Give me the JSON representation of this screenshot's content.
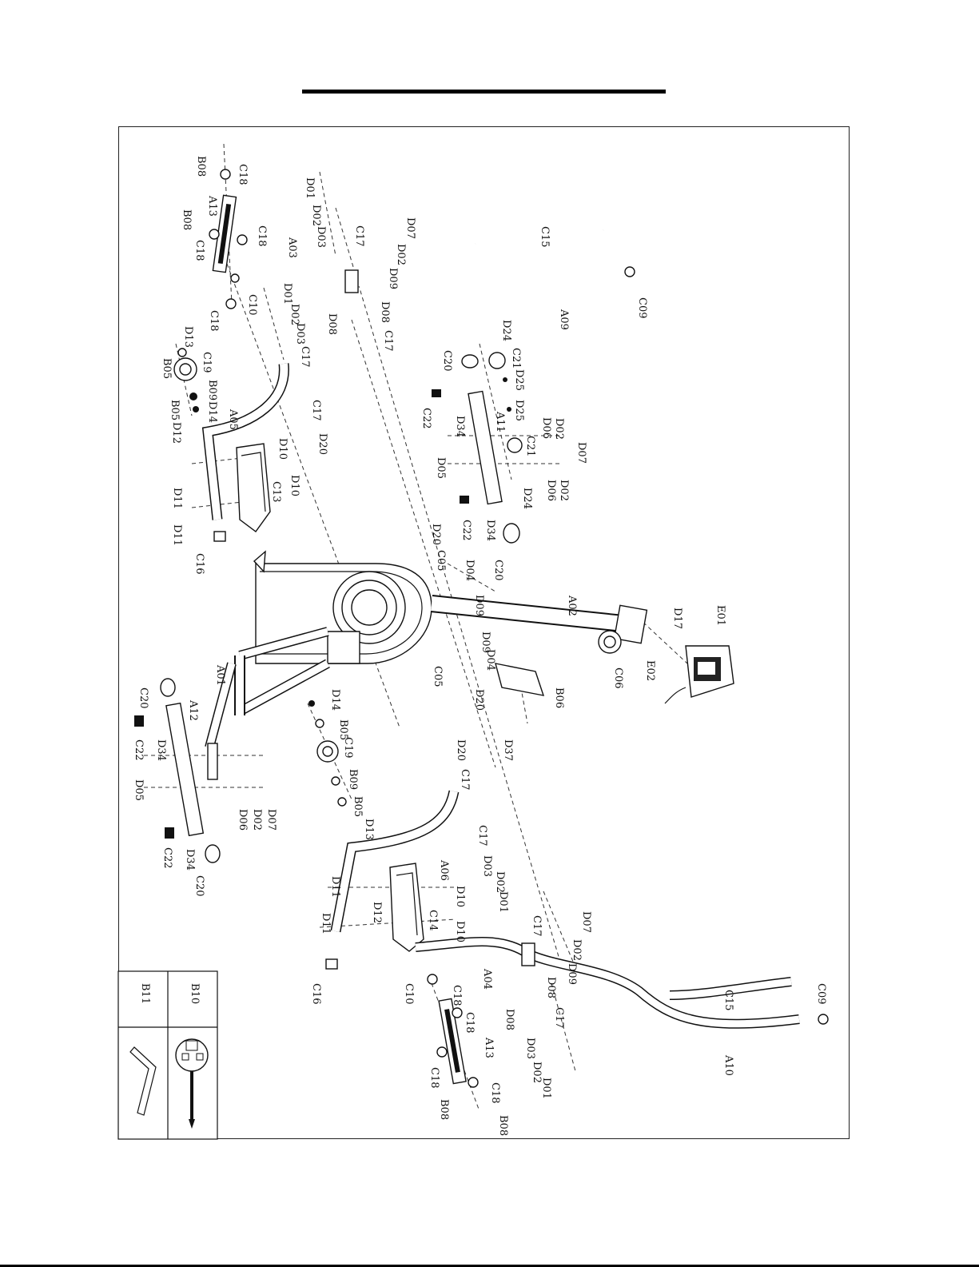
{
  "labels": [
    {
      "id": "B08",
      "text": "B08"
    },
    {
      "id": "C18",
      "text": "C18"
    },
    {
      "id": "A13",
      "text": "A13"
    },
    {
      "id": "B08b",
      "text": "B08"
    },
    {
      "id": "C18b",
      "text": "C18"
    },
    {
      "id": "C18c",
      "text": "C18"
    },
    {
      "id": "D01",
      "text": "D01"
    },
    {
      "id": "D02",
      "text": "D02"
    },
    {
      "id": "D03",
      "text": "D03"
    },
    {
      "id": "A03",
      "text": "A03"
    },
    {
      "id": "C17",
      "text": "C17"
    },
    {
      "id": "D07",
      "text": "D07"
    },
    {
      "id": "D02b",
      "text": "D02"
    },
    {
      "id": "D09",
      "text": "D09"
    },
    {
      "id": "C10",
      "text": "C10"
    },
    {
      "id": "D01b",
      "text": "D01"
    },
    {
      "id": "D02c",
      "text": "D02"
    },
    {
      "id": "D03b",
      "text": "D03"
    },
    {
      "id": "D08",
      "text": "D08"
    },
    {
      "id": "D08b",
      "text": "D08"
    },
    {
      "id": "C17b",
      "text": "C17"
    },
    {
      "id": "C18d",
      "text": "C18"
    },
    {
      "id": "C15",
      "text": "C15"
    },
    {
      "id": "A09",
      "text": "A09"
    },
    {
      "id": "C09",
      "text": "C09"
    },
    {
      "id": "D13",
      "text": "D13"
    },
    {
      "id": "B05",
      "text": "B05"
    },
    {
      "id": "C19",
      "text": "C19"
    },
    {
      "id": "C17c",
      "text": "C17"
    },
    {
      "id": "B09",
      "text": "B09"
    },
    {
      "id": "B05b",
      "text": "B05"
    },
    {
      "id": "D14",
      "text": "D14"
    },
    {
      "id": "D12",
      "text": "D12"
    },
    {
      "id": "A05",
      "text": "A05"
    },
    {
      "id": "C17d",
      "text": "C17"
    },
    {
      "id": "D20",
      "text": "D20"
    },
    {
      "id": "D10",
      "text": "D10"
    },
    {
      "id": "C13",
      "text": "C13"
    },
    {
      "id": "D10b",
      "text": "D10"
    },
    {
      "id": "D11",
      "text": "D11"
    },
    {
      "id": "D11b",
      "text": "D11"
    },
    {
      "id": "C16",
      "text": "C16"
    },
    {
      "id": "C20",
      "text": "C20"
    },
    {
      "id": "D24",
      "text": "D24"
    },
    {
      "id": "C21",
      "text": "C21"
    },
    {
      "id": "D25",
      "text": "D25"
    },
    {
      "id": "C22",
      "text": "C22"
    },
    {
      "id": "D34",
      "text": "D34"
    },
    {
      "id": "A11",
      "text": "A11"
    },
    {
      "id": "D25b",
      "text": "D25"
    },
    {
      "id": "D06",
      "text": "D06"
    },
    {
      "id": "D02d",
      "text": "D02"
    },
    {
      "id": "C21b",
      "text": "C21"
    },
    {
      "id": "D07b",
      "text": "D07"
    },
    {
      "id": "D05",
      "text": "D05"
    },
    {
      "id": "D24b",
      "text": "D24"
    },
    {
      "id": "D06b",
      "text": "D06"
    },
    {
      "id": "D02e",
      "text": "D02"
    },
    {
      "id": "C22b",
      "text": "C22"
    },
    {
      "id": "D34b",
      "text": "D34"
    },
    {
      "id": "C20b",
      "text": "C20"
    },
    {
      "id": "D20b",
      "text": "D20"
    },
    {
      "id": "C05",
      "text": "C05"
    },
    {
      "id": "D04",
      "text": "D04"
    },
    {
      "id": "D09b",
      "text": "D09"
    },
    {
      "id": "A02",
      "text": "A02"
    },
    {
      "id": "D09c",
      "text": "D09"
    },
    {
      "id": "D04b",
      "text": "D04"
    },
    {
      "id": "C06",
      "text": "C06"
    },
    {
      "id": "D17",
      "text": "D17"
    },
    {
      "id": "E01",
      "text": "E01"
    },
    {
      "id": "E02",
      "text": "E02"
    },
    {
      "id": "A01",
      "text": "A01"
    },
    {
      "id": "C05b",
      "text": "C05"
    },
    {
      "id": "D20c",
      "text": "D20"
    },
    {
      "id": "B06",
      "text": "B06"
    },
    {
      "id": "D37",
      "text": "D37"
    },
    {
      "id": "C20c",
      "text": "C20"
    },
    {
      "id": "A12",
      "text": "A12"
    },
    {
      "id": "D14b",
      "text": "D14"
    },
    {
      "id": "B05c",
      "text": "B05"
    },
    {
      "id": "C22c",
      "text": "C22"
    },
    {
      "id": "D34c",
      "text": "D34"
    },
    {
      "id": "C19b",
      "text": "C19"
    },
    {
      "id": "D05b",
      "text": "D05"
    },
    {
      "id": "D06c",
      "text": "D06"
    },
    {
      "id": "D02f",
      "text": "D02"
    },
    {
      "id": "D07c",
      "text": "D07"
    },
    {
      "id": "B09b",
      "text": "B09"
    },
    {
      "id": "B05d",
      "text": "B05"
    },
    {
      "id": "D20d",
      "text": "D20"
    },
    {
      "id": "C17e",
      "text": "C17"
    },
    {
      "id": "D13b",
      "text": "D13"
    },
    {
      "id": "C22d",
      "text": "C22"
    },
    {
      "id": "D34d",
      "text": "D34"
    },
    {
      "id": "C20d",
      "text": "C20"
    },
    {
      "id": "A06",
      "text": "A06"
    },
    {
      "id": "C17f",
      "text": "C17"
    },
    {
      "id": "D03c",
      "text": "D03"
    },
    {
      "id": "D02g",
      "text": "D02"
    },
    {
      "id": "D01c",
      "text": "D01"
    },
    {
      "id": "D11c",
      "text": "D11"
    },
    {
      "id": "D10c",
      "text": "D10"
    },
    {
      "id": "D12b",
      "text": "D12"
    },
    {
      "id": "C14",
      "text": "C14"
    },
    {
      "id": "D11d",
      "text": "D11"
    },
    {
      "id": "D10d",
      "text": "D10"
    },
    {
      "id": "C17g",
      "text": "C17"
    },
    {
      "id": "D07d",
      "text": "D07"
    },
    {
      "id": "D02h",
      "text": "D02"
    },
    {
      "id": "D09d",
      "text": "D09"
    },
    {
      "id": "C16b",
      "text": "C16"
    },
    {
      "id": "A04",
      "text": "A04"
    },
    {
      "id": "C10b",
      "text": "C10"
    },
    {
      "id": "C18e",
      "text": "C18"
    },
    {
      "id": "D08c",
      "text": "D08"
    },
    {
      "id": "C17h",
      "text": "C17"
    },
    {
      "id": "D08d",
      "text": "D08"
    },
    {
      "id": "C18f",
      "text": "C18"
    },
    {
      "id": "C15b",
      "text": "C15"
    },
    {
      "id": "C09b",
      "text": "C09"
    },
    {
      "id": "A13b",
      "text": "A13"
    },
    {
      "id": "D03d",
      "text": "D03"
    },
    {
      "id": "D02i",
      "text": "D02"
    },
    {
      "id": "D01d",
      "text": "D01"
    },
    {
      "id": "A10",
      "text": "A10"
    },
    {
      "id": "C18g",
      "text": "C18"
    },
    {
      "id": "B08c",
      "text": "B08"
    },
    {
      "id": "C18h",
      "text": "C18"
    },
    {
      "id": "B08d",
      "text": "B08"
    }
  ],
  "tools_table": {
    "b11": "B11",
    "b10": "B10"
  }
}
